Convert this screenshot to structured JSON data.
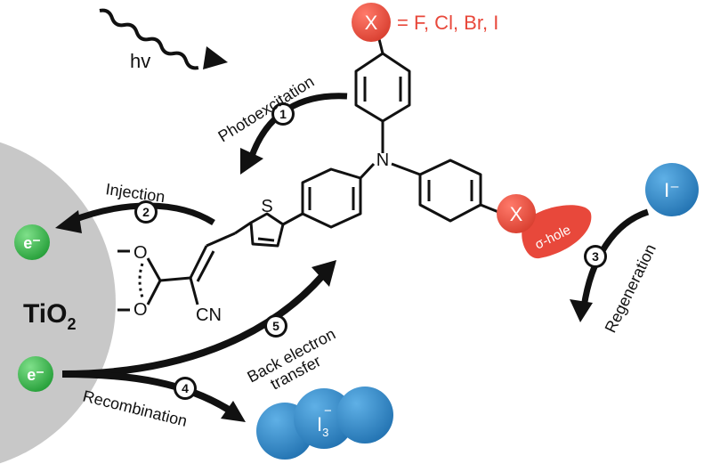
{
  "light": {
    "label": "hv"
  },
  "steps": [
    {
      "number": "1",
      "label": "Photoexcitation"
    },
    {
      "number": "2",
      "label": "Injection"
    },
    {
      "number": "3",
      "label": "Regeneration"
    },
    {
      "number": "4",
      "label": "Recombination"
    },
    {
      "number": "5",
      "label_line1": "Back electron",
      "label_line2": "transfer"
    }
  ],
  "semiconductor": {
    "label_main": "TiO",
    "label_sub": "2",
    "electron": "e⁻"
  },
  "halogen": {
    "symbol": "X",
    "legend": "= F, Cl, Br, I",
    "sigma_hole": "σ-hole"
  },
  "dye_atoms": {
    "nitrogen": "N",
    "sulfur": "S",
    "nitrile": "CN",
    "oxygen_top": "O",
    "oxygen_bottom": "O"
  },
  "electrolyte": {
    "iodide": "I⁻",
    "triiodide_main": "I",
    "triiodide_sub": "3",
    "triiodide_sup": "−"
  },
  "colors": {
    "halogen_red": "#e8483b",
    "electron_green": "#2fb344",
    "iodine_blue": "#2f86c6",
    "tio2_gray": "#c8c8c8"
  }
}
